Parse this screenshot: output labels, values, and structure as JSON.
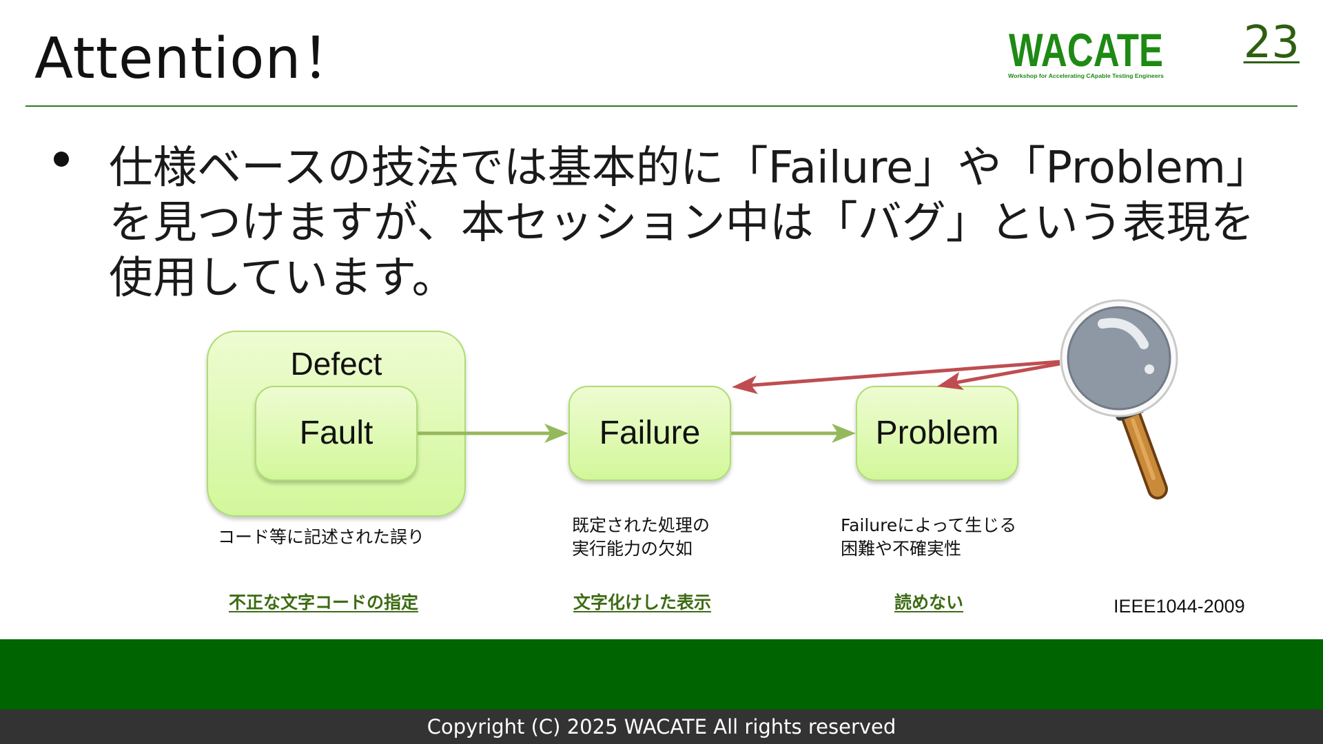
{
  "slide": {
    "title": "Attention！",
    "page_number": "23",
    "logo": {
      "text": "WACATE",
      "subtitle": "Workshop for Accelerating CApable Testing Engineers",
      "color": "#1e8a14"
    },
    "bullet_lines": [
      "仕様ベースの技法では基本的に「Failure」や「Problem」",
      "を見つけますが、本セッション中は「バグ」という表現を",
      "使用しています。"
    ],
    "footer": "Copyright (C) 2025 WACATE All rights reserved"
  },
  "diagram": {
    "defect_label": "Defect",
    "fault_label": "Fault",
    "failure_label": "Failure",
    "problem_label": "Problem",
    "fault_desc": "コード等に記述された誤り",
    "failure_desc": [
      "既定された処理の",
      "実行能力の欠如"
    ],
    "problem_desc": [
      "Failureによって生じる",
      "困難や不確実性"
    ],
    "fault_example": "不正な文字コードの指定",
    "failure_example": "文字化けした表示",
    "problem_example": "読めない",
    "standard": "IEEE1044-2009",
    "icon": "magnifying-glass-icon",
    "colors": {
      "box_fill": "#d8f8a6",
      "flow_arrow": "#95b85c",
      "observe_arrow": "#bf4d50",
      "accent": "#006400"
    }
  }
}
